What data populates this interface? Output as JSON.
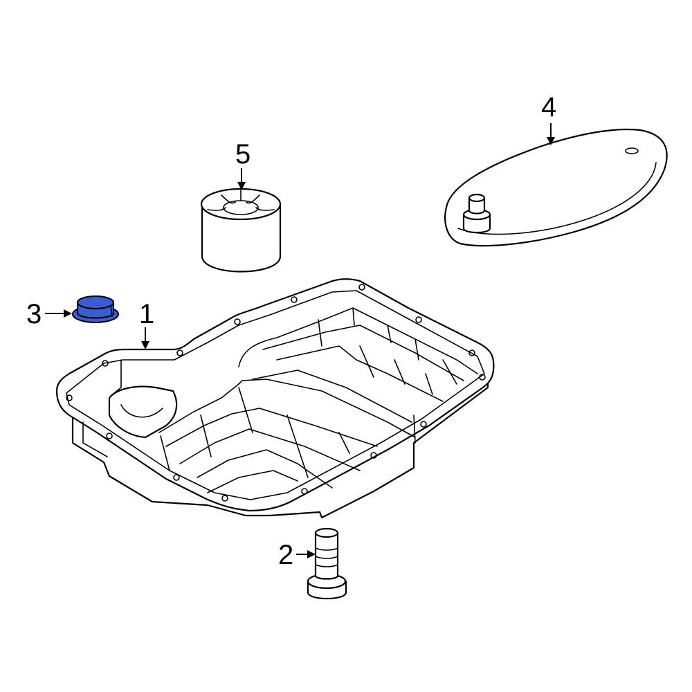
{
  "callouts": [
    {
      "id": "1",
      "label": "1"
    },
    {
      "id": "2",
      "label": "2"
    },
    {
      "id": "3",
      "label": "3"
    },
    {
      "id": "4",
      "label": "4"
    },
    {
      "id": "5",
      "label": "5"
    }
  ],
  "colors": {
    "highlight": "#3b5ccc",
    "line": "#000000",
    "background": "#ffffff"
  }
}
